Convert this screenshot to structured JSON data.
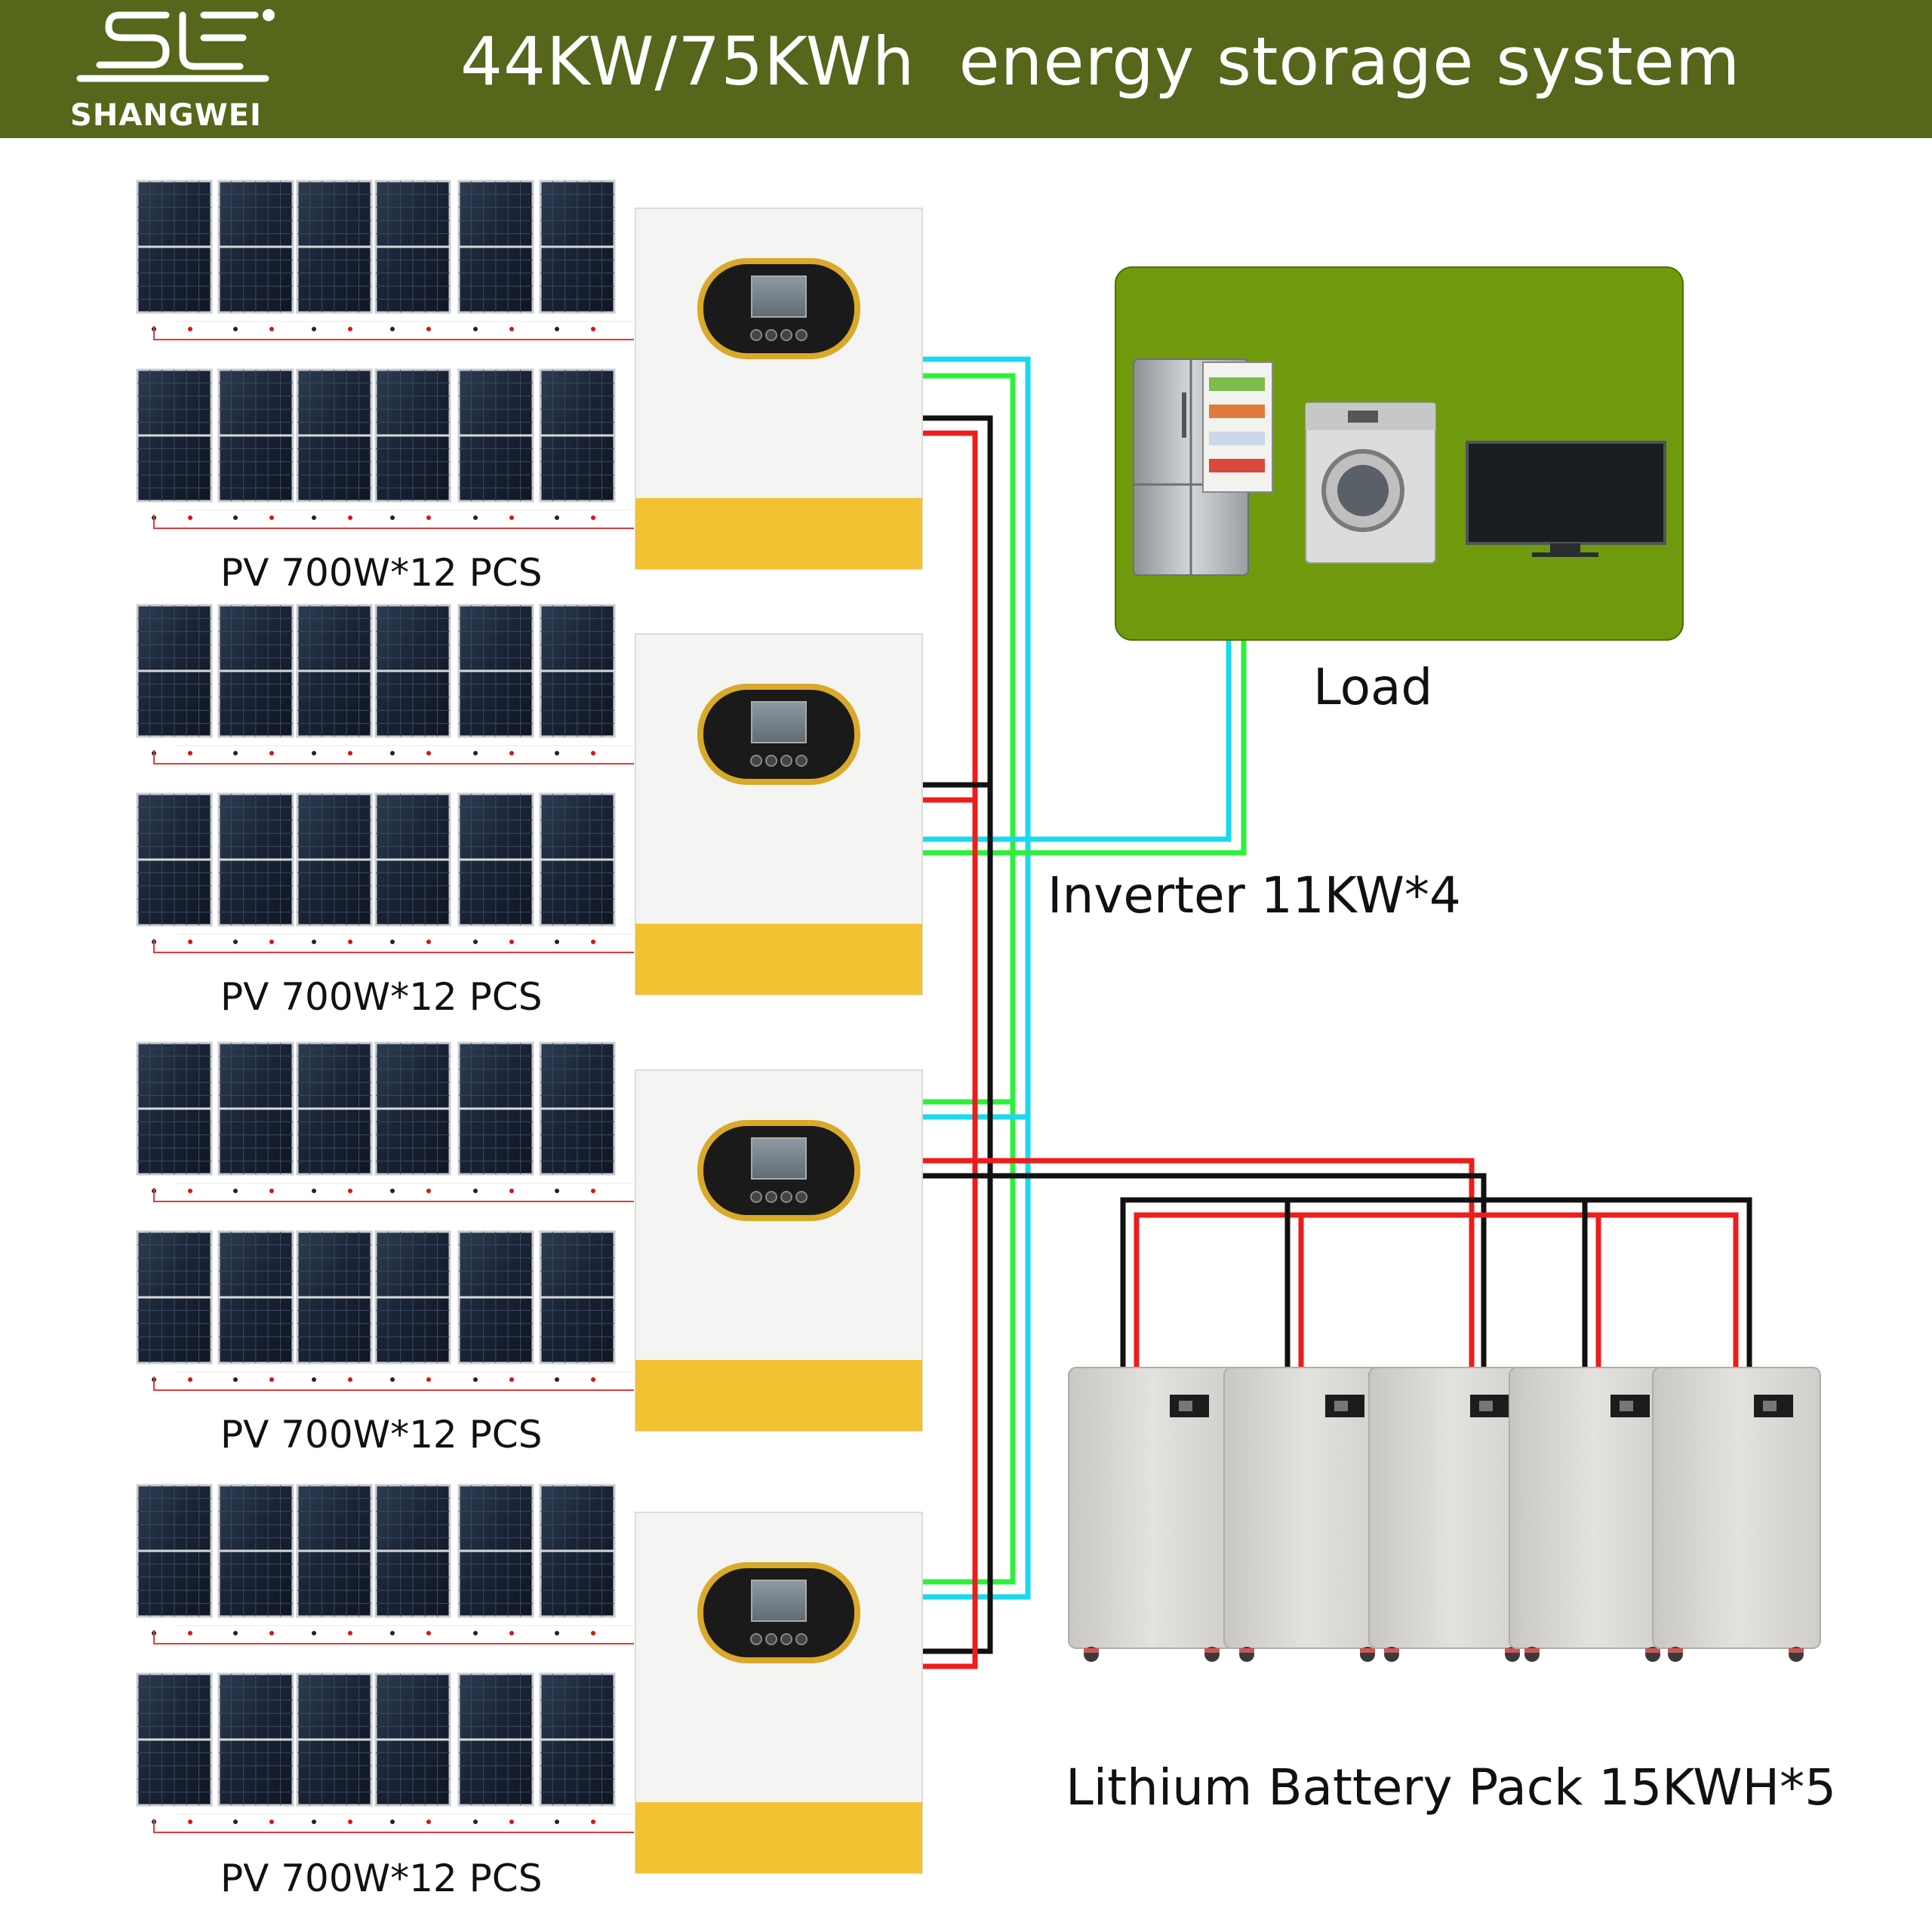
{
  "header": {
    "logo_name": "SHANGWEI",
    "logo_icon": "sj-logo-icon",
    "title": "44KW/75KWh  energy storage system",
    "background": "#56661a"
  },
  "solar_arrays": [
    {
      "label": "PV 700W*12 PCS",
      "panel_count": 12
    },
    {
      "label": "PV 700W*12 PCS",
      "panel_count": 12
    },
    {
      "label": "PV 700W*12 PCS",
      "panel_count": 12
    },
    {
      "label": "PV 700W*12 PCS",
      "panel_count": 12
    }
  ],
  "inverters": {
    "label": "Inverter 11KW*4",
    "count": 4,
    "accent": "#f2c232"
  },
  "load": {
    "label": "Load",
    "background": "#6f9a0e",
    "appliances": [
      "refrigerator-icon",
      "washing-machine-icon",
      "television-icon"
    ]
  },
  "batteries": {
    "label": "Lithium Battery Pack 15KWH*5",
    "count": 5
  },
  "wire_colors": {
    "ac_out_1": "#19d9f0",
    "ac_out_2": "#2ef03c",
    "dc_negative": "#111111",
    "dc_positive": "#ee1c1c"
  }
}
